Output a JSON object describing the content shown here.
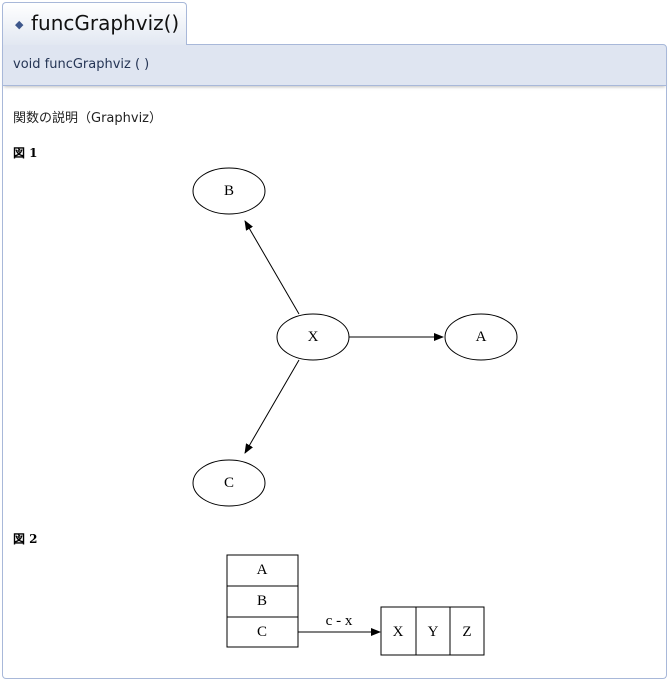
{
  "header": {
    "bullet": "◆",
    "title": "funcGraphviz()"
  },
  "prototype": "void funcGraphviz (  )",
  "description": "関数の説明（Graphviz）",
  "figure1": {
    "label": "図 1",
    "nodes": {
      "b": "B",
      "x": "X",
      "a": "A",
      "c": "C"
    }
  },
  "figure2": {
    "label": "図 2",
    "left_fields": [
      "A",
      "B",
      "C"
    ],
    "right_fields": [
      "X",
      "Y",
      "Z"
    ],
    "edge_label": "c - x"
  }
}
